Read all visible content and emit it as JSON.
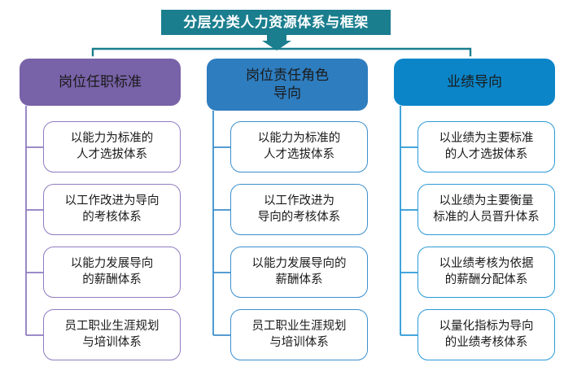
{
  "diagram": {
    "title": "分层分类人力资源体系与框架",
    "title_color": "#1a7e8e",
    "connector_color": "#1a7e8e",
    "columns": [
      {
        "id": "col-a",
        "header": "岗位任职标准",
        "header_color": "#7862a8",
        "branch_color": "#8f7cc0",
        "items": [
          "以能力为标准的\n人才选拔体系",
          "以工作改进为导向\n的考核体系",
          "以能力发展导向\n的薪酬体系",
          "员工职业生涯规划\n与培训体系"
        ]
      },
      {
        "id": "col-b",
        "header": "岗位责任角色\n导向",
        "header_color": "#2e7dbf",
        "branch_color": "#3d8fcc",
        "items": [
          "以能力为标准的\n人才选拔体系",
          "以工作改进为\n导向的考核体系",
          "以能力发展导向的\n薪酬体系",
          "员工职业生涯规划\n与培训体系"
        ]
      },
      {
        "id": "col-c",
        "header": "业绩导向",
        "header_color": "#0b85c8",
        "branch_color": "#2b9ad8",
        "items": [
          "以业绩为主要标准\n的人才选拔体系",
          "以业绩为主要衡量\n标准的人员晋升体系",
          "以业绩考核为依据\n的薪酬分配体系",
          "以量化指标为导向\n的业绩考核体系"
        ]
      }
    ]
  }
}
